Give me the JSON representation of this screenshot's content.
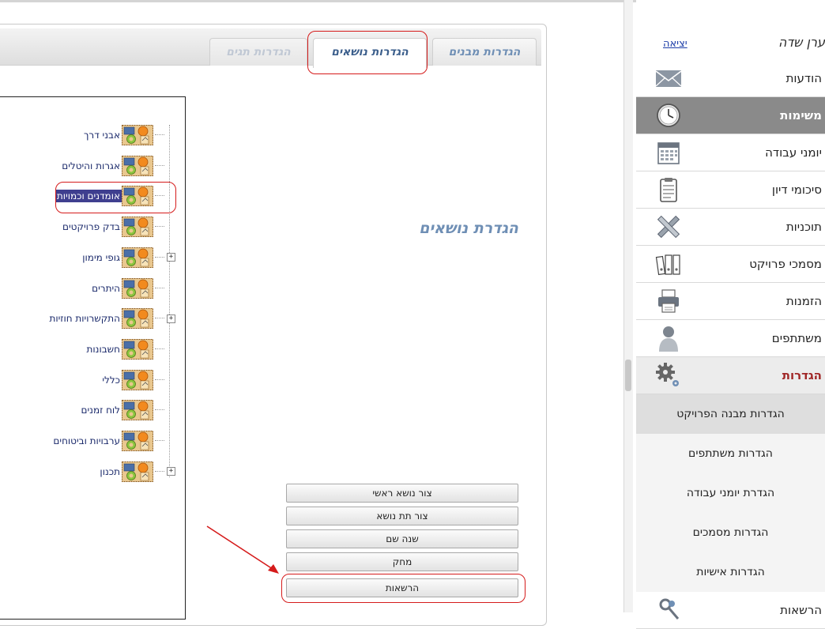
{
  "tabs": [
    {
      "label": "הגדרות מבנים",
      "state": "normal"
    },
    {
      "label": "הגדרות נושאים",
      "state": "active"
    },
    {
      "label": "הגדרות תגים",
      "state": "disabled"
    }
  ],
  "section_title": "הגדרת נושאים",
  "tree": {
    "items": [
      {
        "label": "אבני דרך",
        "expandable": false,
        "selected": false
      },
      {
        "label": "אגרות והיטלים",
        "expandable": false,
        "selected": false
      },
      {
        "label": "אומדנים וכמויות",
        "expandable": false,
        "selected": true
      },
      {
        "label": "בדק פרויקטים",
        "expandable": false,
        "selected": false
      },
      {
        "label": "גופי מימון",
        "expandable": true,
        "selected": false
      },
      {
        "label": "היתרים",
        "expandable": false,
        "selected": false
      },
      {
        "label": "התקשרויות חוזיות",
        "expandable": true,
        "selected": false
      },
      {
        "label": "חשבונות",
        "expandable": false,
        "selected": false
      },
      {
        "label": "כללי",
        "expandable": false,
        "selected": false
      },
      {
        "label": "לוח זמנים",
        "expandable": false,
        "selected": false
      },
      {
        "label": "ערבויות וביטוחים",
        "expandable": false,
        "selected": false
      },
      {
        "label": "תכנון",
        "expandable": true,
        "selected": false
      }
    ],
    "expander_glyph": "+"
  },
  "actions": [
    {
      "label": "צור נושא ראשי"
    },
    {
      "label": "צור תת נושא"
    },
    {
      "label": "שנה שם"
    },
    {
      "label": "מחק"
    },
    {
      "label": "הרשאות"
    }
  ],
  "sidebar": {
    "user_name": "ערן שדה",
    "logout_label": "יציאה",
    "menu": [
      {
        "label": "הודעות",
        "icon": "envelope-icon",
        "state": "normal"
      },
      {
        "label": "משימות",
        "icon": "clock-icon",
        "state": "active"
      },
      {
        "label": "יומני עבודה",
        "icon": "calendar-icon",
        "state": "normal"
      },
      {
        "label": "סיכומי דיון",
        "icon": "clipboard-icon",
        "state": "normal"
      },
      {
        "label": "תוכניות",
        "icon": "pencil-ruler-icon",
        "state": "normal"
      },
      {
        "label": "מסמכי פרויקט",
        "icon": "binders-icon",
        "state": "normal"
      },
      {
        "label": "הזמנות",
        "icon": "printer-icon",
        "state": "normal"
      },
      {
        "label": "משתתפים",
        "icon": "person-icon",
        "state": "normal"
      },
      {
        "label": "הגדרות",
        "icon": "gear-icon",
        "state": "section"
      }
    ],
    "submenu": [
      {
        "label": "הגדרות מבנה הפרויקט",
        "current": true
      },
      {
        "label": "הגדרות משתתפים",
        "current": false
      },
      {
        "label": "הגדרת יומני עבודה",
        "current": false
      },
      {
        "label": "הגדרות מסמכים",
        "current": false
      },
      {
        "label": "הגדרות אישיות",
        "current": false
      }
    ],
    "last_item": {
      "label": "הרשאות",
      "icon": "keys-icon"
    }
  },
  "colors": {
    "highlight": "#d51b1b",
    "tab_text": "#6f8fb5",
    "selected_tree_bg": "#3f3f8f",
    "active_menu_bg": "#8a8a8a",
    "section_label": "#a02626"
  }
}
